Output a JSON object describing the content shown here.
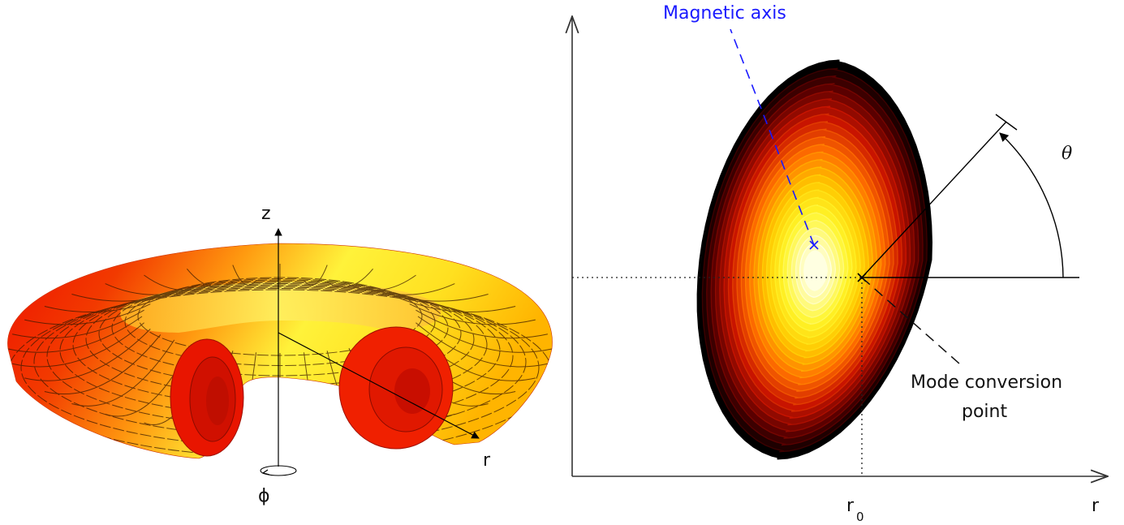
{
  "torus_panel": {
    "z_label": "z",
    "r_label": "r",
    "phi_label": "ϕ"
  },
  "cross_section_panel": {
    "magnetic_axis_label": "Magnetic axis",
    "mode_conversion_line1": "Mode conversion",
    "mode_conversion_line2": "point",
    "theta_label": "θ",
    "r_axis_label": "r",
    "r0_main": "r",
    "r0_sub": "0"
  },
  "colors": {
    "magnetic_axis": "#1a1aff",
    "torus_outer": "#ee1100",
    "torus_inner": "#ffff33",
    "contour_outer": "#000000",
    "contour_inner": "#ffffe0"
  }
}
